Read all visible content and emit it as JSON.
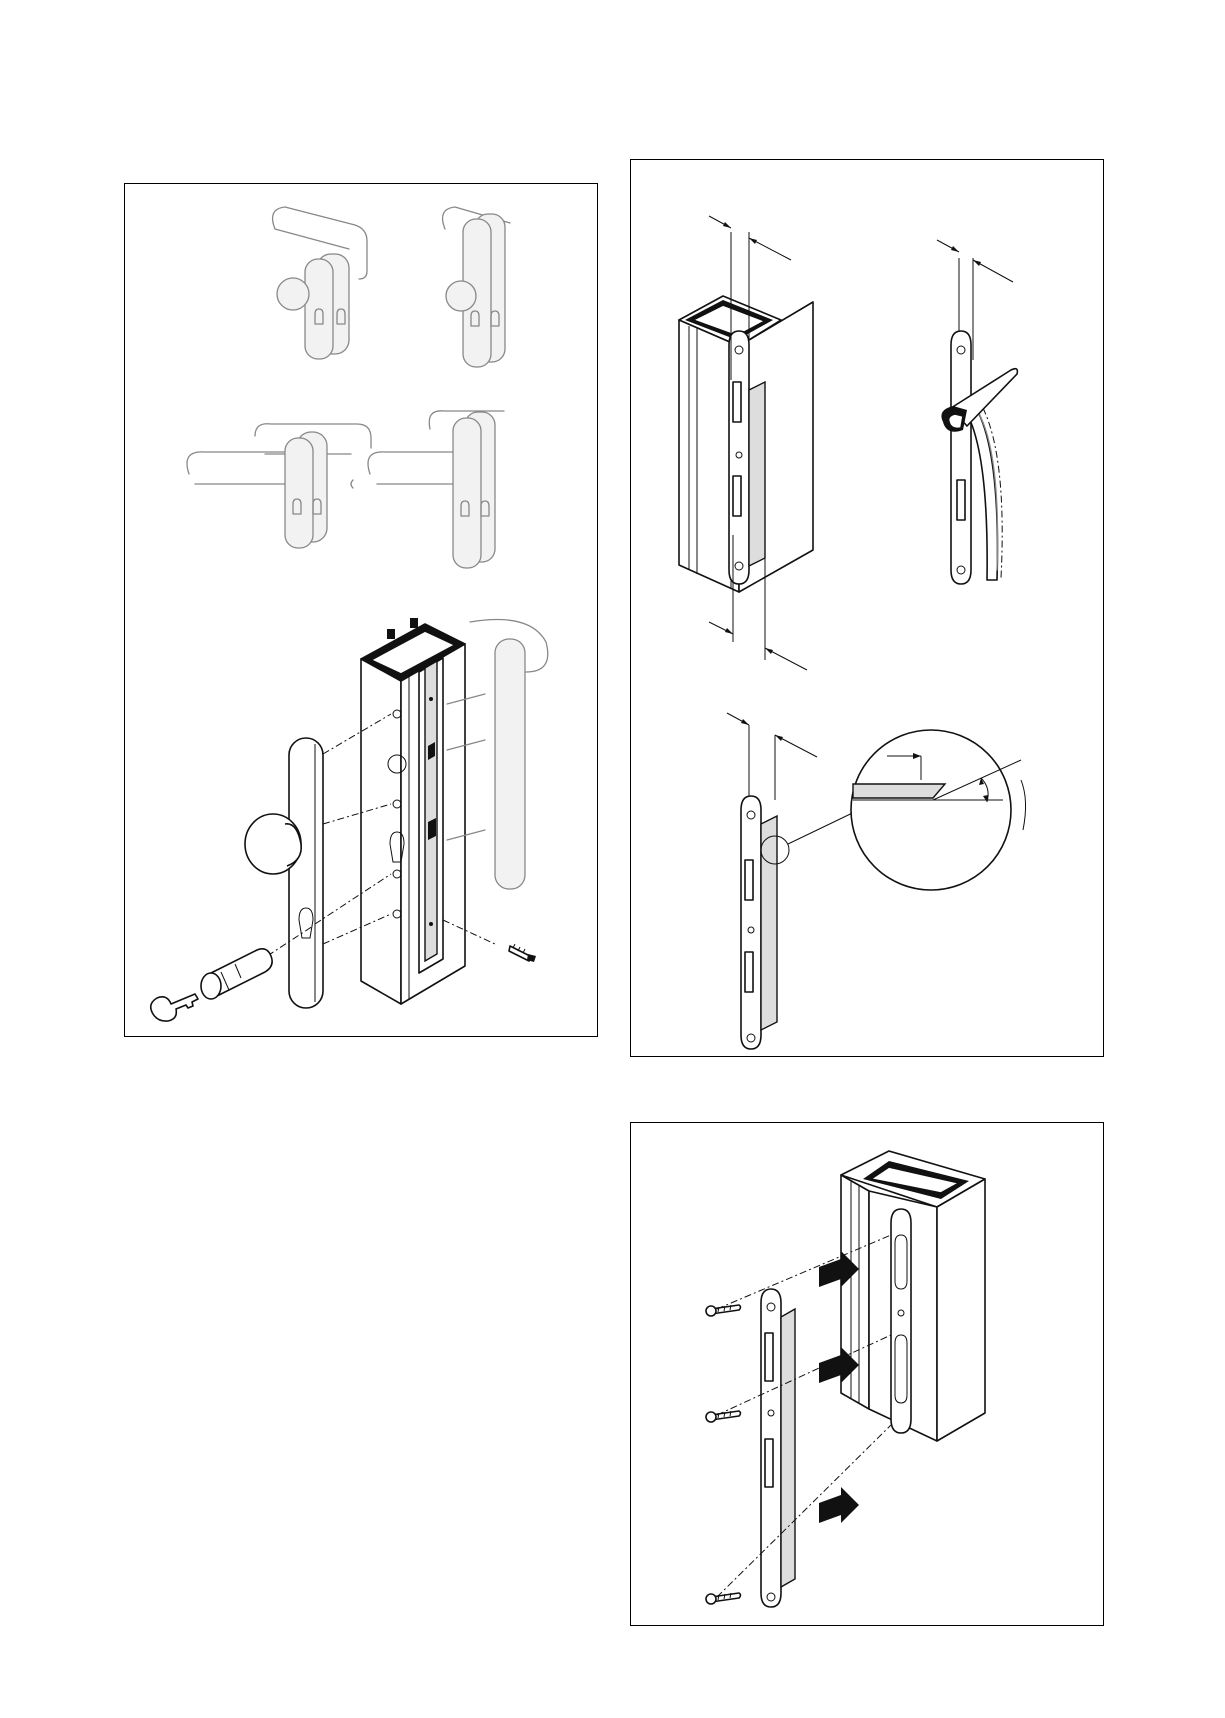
{
  "panels": [
    {
      "id": "panel-a",
      "caption": ""
    },
    {
      "id": "panel-b",
      "caption": ""
    },
    {
      "id": "panel-c",
      "caption": ""
    }
  ],
  "icons": [
    "key-icon",
    "cylinder-icon",
    "screw-icon",
    "arrow-icon"
  ]
}
